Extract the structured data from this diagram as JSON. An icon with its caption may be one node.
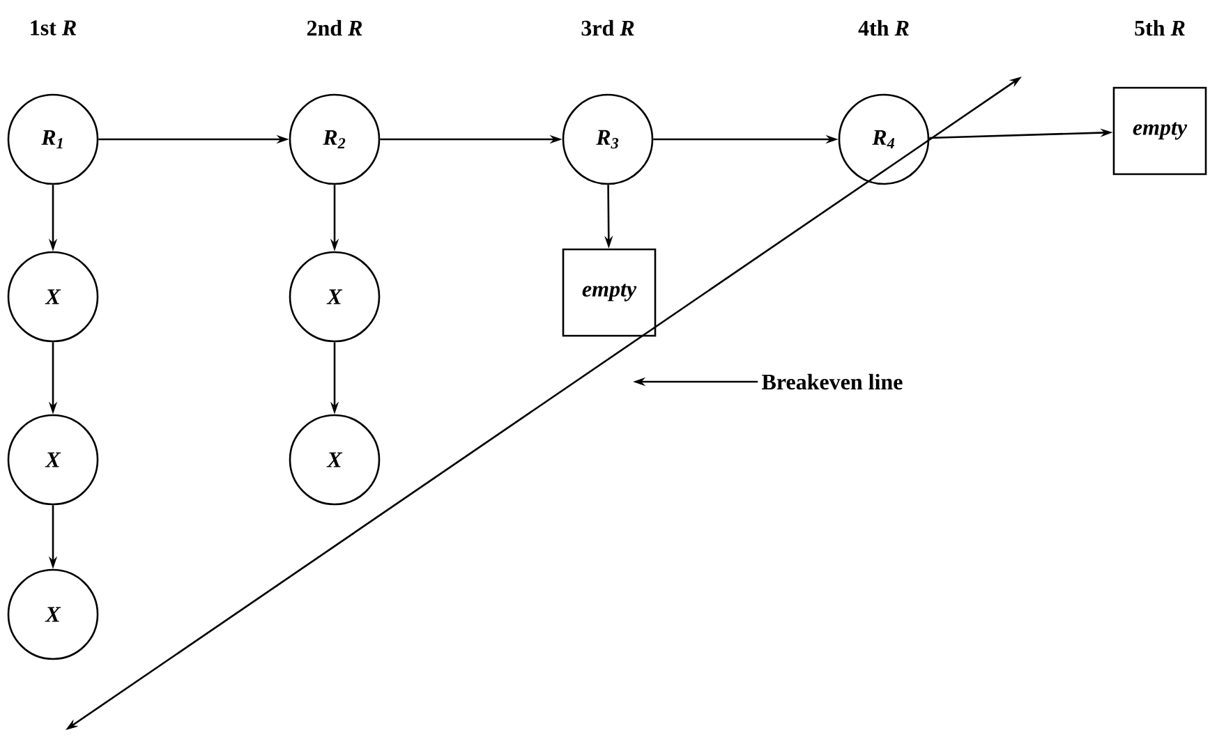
{
  "diagram": {
    "nodes": [
      {
        "text": [
          "*R*$_{1}$"
        ]
      },
      {
        "text": [
          "*R*$_{2}$"
        ]
      },
      {
        "text": [
          "*R*$_{3}$"
        ]
      },
      {
        "text": [
          "*R*$_{4}$"
        ]
      },
      {
        "text": [
          "empty"
        ]
      },
      {
        "text": [
          "X"
        ]
      },
      {
        "text": [
          "X"
        ]
      },
      {
        "text": [
          "empty"
        ]
      },
      {
        "text": [
          "Breakeven line"
        ]
      },
      {
        "text": [
          "X"
        ]
      },
      {
        "text": [
          "X"
        ]
      },
      {
        "text": [
          "X"
        ]
      }
    ],
    "edges": [
      {
        "from": 0,
        "to": 1,
        "arrow": "to"
      },
      {
        "from": 1,
        "to": 2,
        "arrow": "to"
      },
      {
        "from": 2,
        "to": 3,
        "arrow": "to"
      },
      {
        "from": 3,
        "to": 4,
        "arrow": "to"
      },
      {
        "from": 0,
        "to": 5,
        "arrow": "to"
      },
      {
        "from": 5,
        "to": 9,
        "arrow": "to"
      },
      {
        "from": 9,
        "to": 11,
        "arrow": "to"
      },
      {
        "from": 1,
        "to": 6,
        "arrow": "to"
      },
      {
        "from": 6,
        "to": 10,
        "arrow": "to"
      },
      {
        "from": 2,
        "to": 7,
        "arrow": "to"
      },
      {
        "from": 8,
        "to": null,
        "arrow": "to"
      }
    ],
    "labels": [
      "1st *R*",
      "2nd *R*",
      "3rd *R*",
      "4th *R*",
      "5th *R*"
    ]
  }
}
